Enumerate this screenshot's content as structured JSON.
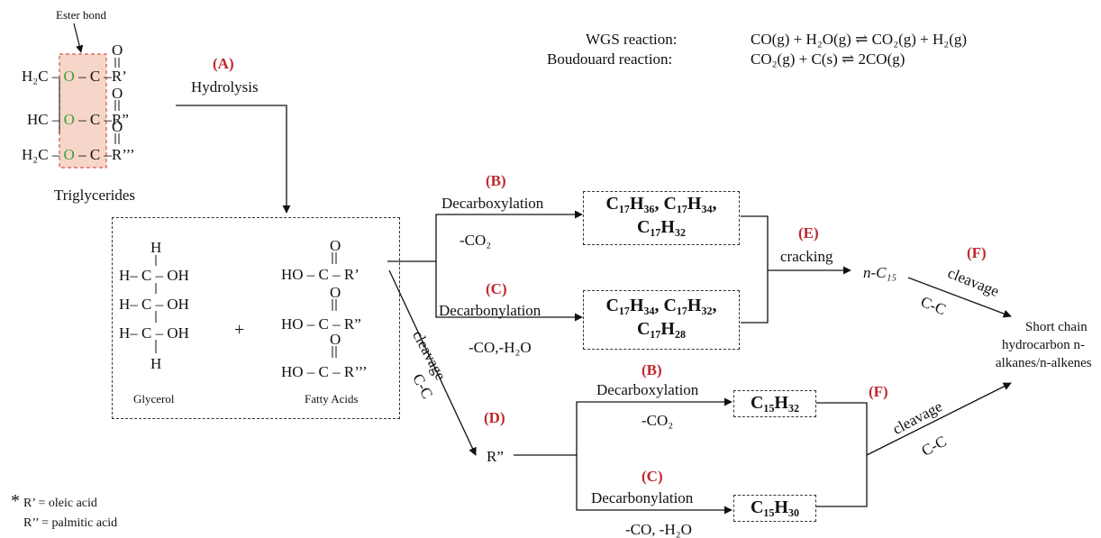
{
  "triglyceride": {
    "ester_label": "Ester bond",
    "rows": [
      {
        "left": "H₂C",
        "right": "R’"
      },
      {
        "left": "HC",
        "right": "R”"
      },
      {
        "left": "H₂C",
        "right": "R’’’"
      }
    ],
    "o_atom": "O",
    "c_atom": "C",
    "caption": "Triglycerides"
  },
  "step_a": {
    "tag": "(A)",
    "label": "Hydrolysis"
  },
  "equations": {
    "wgs_name": "WGS reaction:",
    "wgs_eq": "CO(g) + H₂O(g) ⇌ CO₂(g) + H₂(g)",
    "boud_name": "Boudouard reaction:",
    "boud_eq": "CO₂(g) + C(s) ⇌ 2CO(g)"
  },
  "glycerol": {
    "top_h": "H",
    "rows": [
      "H– C – OH",
      "H– C – OH",
      "H– C – OH"
    ],
    "bottom_h": "H",
    "plus": "+",
    "caption": "Glycerol"
  },
  "fatty_acids": {
    "rows": [
      "HO – C – R’",
      "HO – C – R”",
      "HO – C – R’’’"
    ],
    "o_atom": "O",
    "caption": "Fatty Acids"
  },
  "upper_b": {
    "tag": "(B)",
    "label": "Decarboxylation",
    "loss": "-CO₂",
    "product_line1": "C₁₇H₃₆, C₁₇H₃₄,",
    "product_line2": "C₁₇H₃₂"
  },
  "upper_c": {
    "tag": "(C)",
    "label": "Decarbonylation",
    "loss": "-CO,-H₂O",
    "product_line1": "C₁₇H₃₄, C₁₇H₃₂,",
    "product_line2": "C₁₇H₂₈"
  },
  "step_e": {
    "tag": "(E)",
    "label": "cracking",
    "product": "n-C₁₅"
  },
  "step_f_upper": {
    "tag": "(F)",
    "label1": "cleavage",
    "label2": "C-C"
  },
  "final_product": {
    "line1": "Short chain",
    "line2": "hydrocarbon n-",
    "line3": "alkanes/n-alkenes"
  },
  "step_d": {
    "tag": "(D)",
    "label1": "cleavage",
    "label2": "C-C",
    "product": "R”"
  },
  "lower_b": {
    "tag": "(B)",
    "label": "Decarboxylation",
    "loss": "-CO₂",
    "product": "C₁₅H₃₂"
  },
  "lower_c": {
    "tag": "(C)",
    "label": "Decarbonylation",
    "loss": "-CO, -H₂O",
    "product": "C₁₅H₃₀"
  },
  "step_f_lower": {
    "tag": "(F)",
    "label1": "cleavage",
    "label2": "C-C"
  },
  "footnote": {
    "star": "*",
    "line1": "R’ = oleic acid",
    "line2": "R’’ = palmitic acid"
  }
}
